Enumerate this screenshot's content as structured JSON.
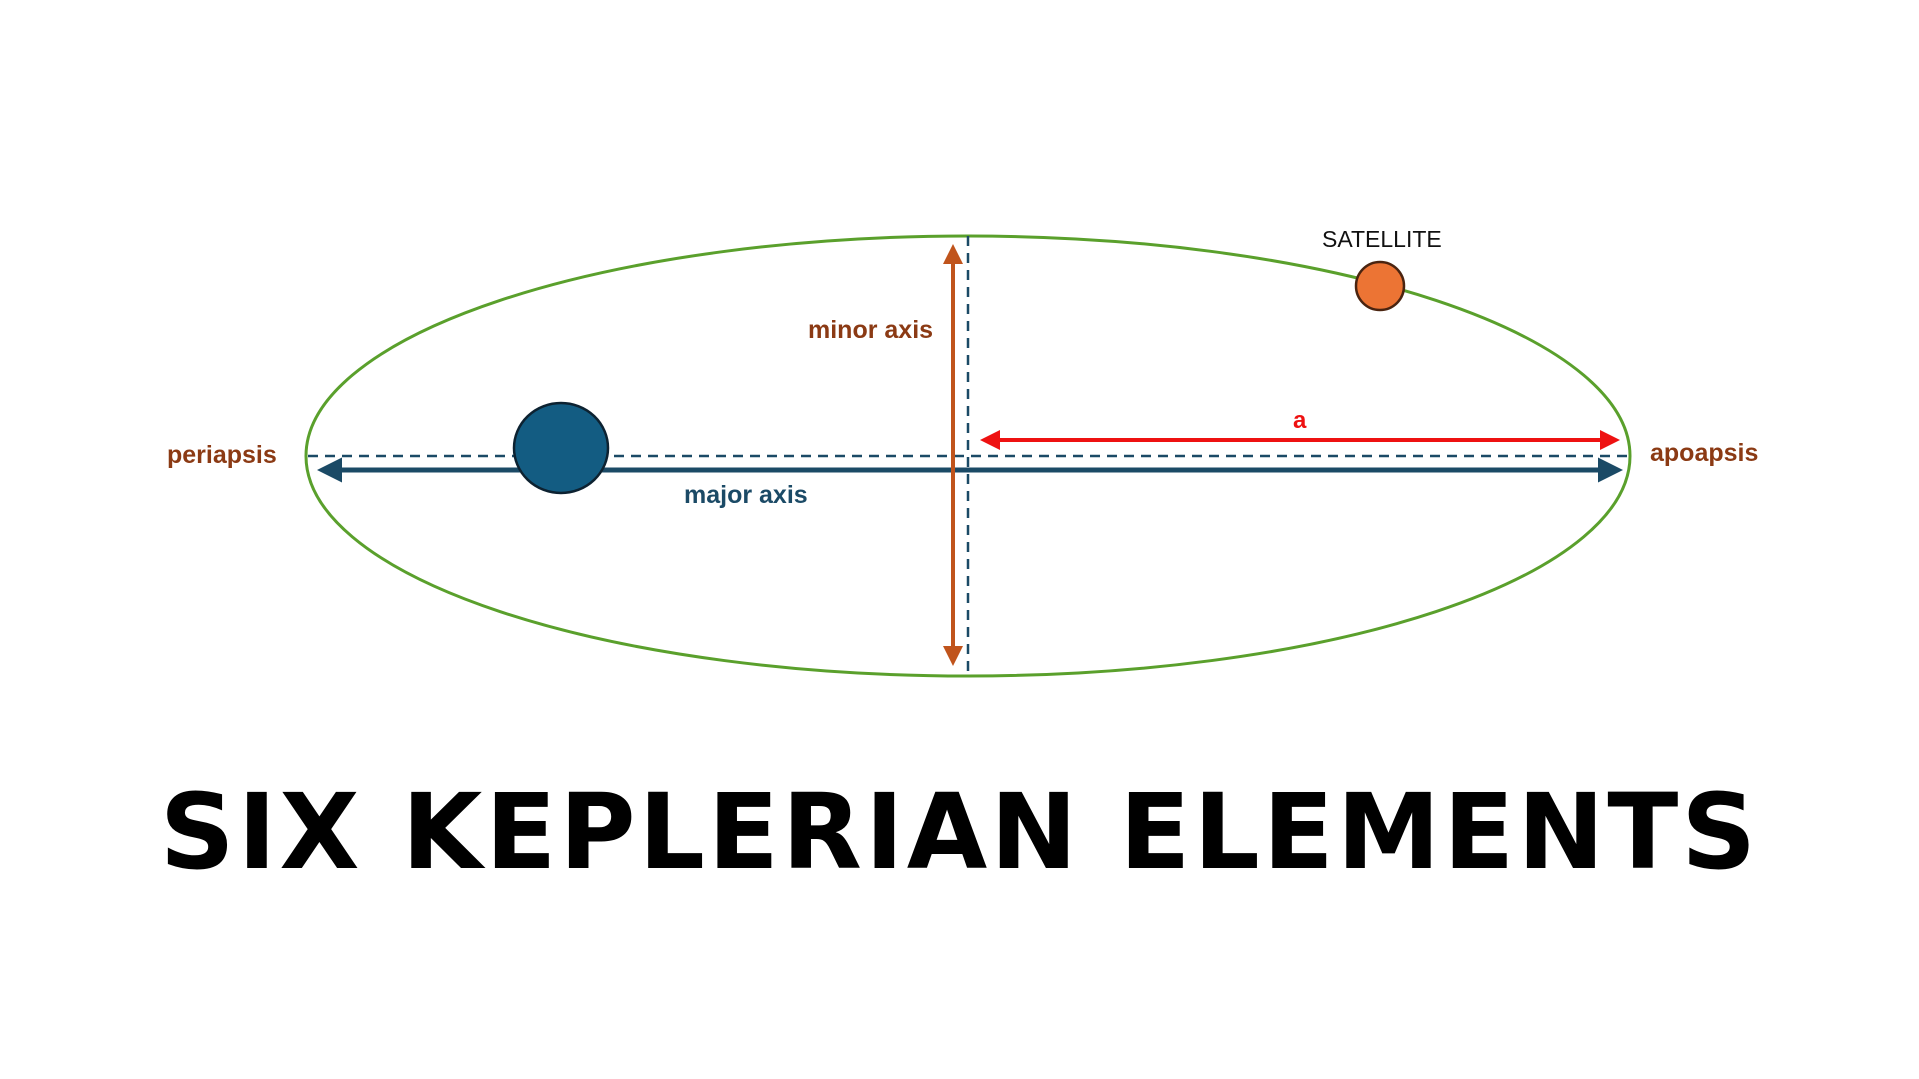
{
  "title": "SIX KEPLERIAN ELEMENTS",
  "labels": {
    "periapsis": "periapsis",
    "apoapsis": "apoapsis",
    "minor_axis": "minor axis",
    "major_axis": "major axis",
    "semi_major_axis": "a",
    "satellite": "SATELLITE"
  },
  "colors": {
    "orbit": "#5aa02c",
    "minor_axis": "#c0541c",
    "major_axis": "#1b4a66",
    "semi_major_axis": "#ee1111",
    "central_body": "#135c82",
    "satellite": "#ec7434",
    "label_brown": "#8b3a14",
    "label_navy": "#1b4a66",
    "title": "#000000"
  }
}
